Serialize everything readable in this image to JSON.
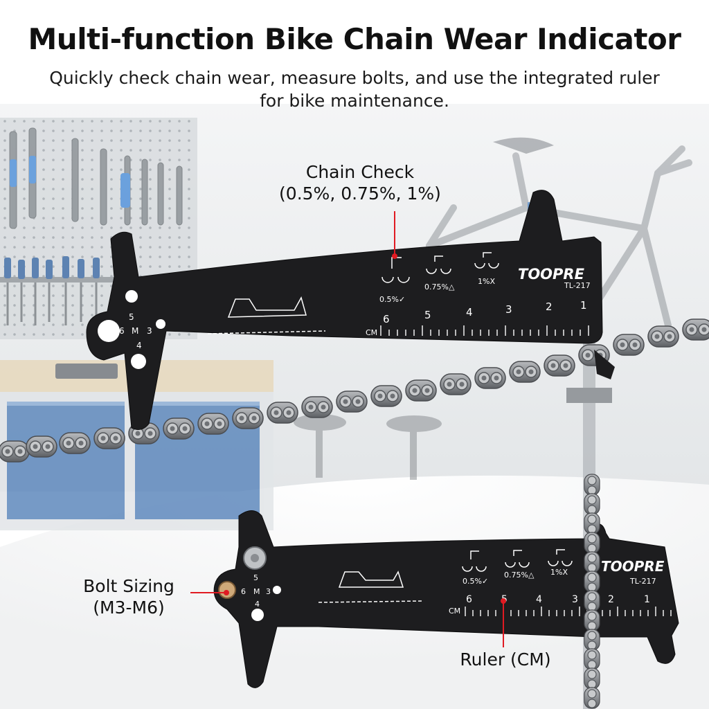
{
  "title": "Multi-function Bike Chain Wear Indicator",
  "subtitle": "Quickly check chain wear, measure bolts, and use the integrated ruler for bike maintenance.",
  "callouts": {
    "chain_check_line1": "Chain Check",
    "chain_check_line2": "(0.5%, 0.75%, 1%)",
    "bolt_sizing_line1": "Bolt Sizing",
    "bolt_sizing_line2": "(M3-M6)",
    "ruler": "Ruler (CM)"
  },
  "tool": {
    "brand": "TOOPRE",
    "model": "TL-217",
    "wear_marks": [
      "0.5%✓",
      "0.75%△",
      "1%X"
    ],
    "ruler_unit": "CM",
    "ruler_numbers": [
      "6",
      "5",
      "4",
      "3",
      "2",
      "1"
    ],
    "bolt_labels": [
      "5",
      "6",
      "M",
      "3",
      "4"
    ]
  },
  "colors": {
    "tool": "#1d1d1f",
    "callout_dot": "#e01a22",
    "wall": "#e9ecee",
    "pegboard": "#c9ced2",
    "accent_blue": "#3f86d6"
  }
}
